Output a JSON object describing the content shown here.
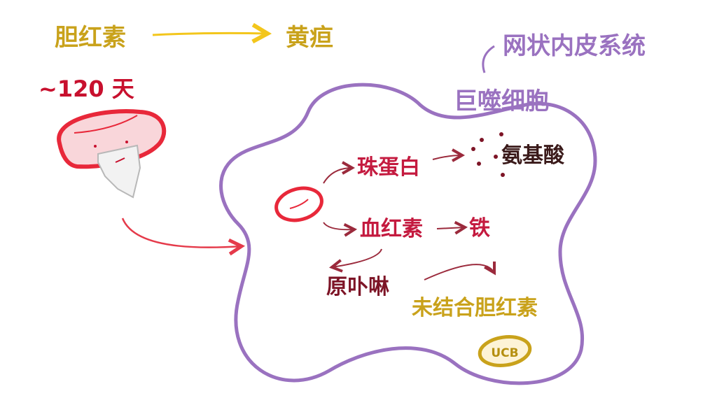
{
  "labels": {
    "bilirubin": "胆红素",
    "jaundice": "黄疸",
    "lifespan": "~120 天",
    "res": "网状内皮系统",
    "macrophage": "巨噬细胞",
    "globin": "珠蛋白",
    "amino_acids": "氨基酸",
    "heme": "血红素",
    "iron": "铁",
    "protoporphyrin": "原卟啉",
    "ucb_full": "未结合胆红素",
    "ucb_badge": "UCB"
  },
  "colors": {
    "gold": "#c9a21b",
    "yellow_arrow": "#f3c61c",
    "red": "#c8102e",
    "crimson": "#c41a3f",
    "dark_red": "#7d1426",
    "purple": "#9a72c0",
    "rbc_fill": "#f9d6da",
    "ucb_fill": "#fdf3d6"
  }
}
